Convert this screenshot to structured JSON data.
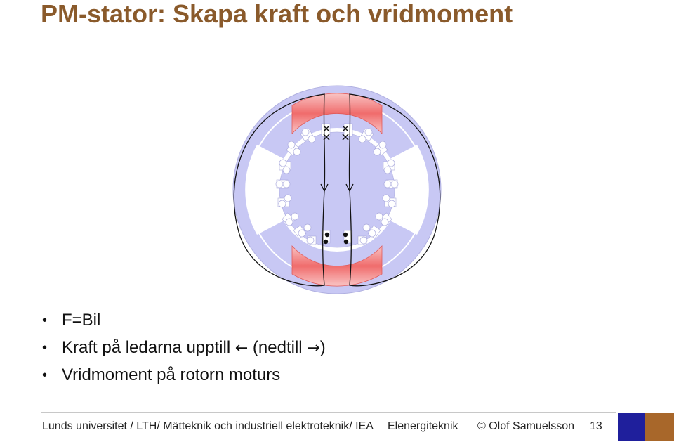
{
  "slide": {
    "title": "PM-stator: Skapa kraft och vridmoment"
  },
  "bullets": [
    {
      "text": "F=Bil"
    },
    {
      "text_before": "Kraft på ledarna upptill ",
      "arrow_left": "←",
      "text_middle": " (nedtill ",
      "arrow_right": "→",
      "text_after": ")"
    },
    {
      "text": "Vridmoment på rotorn moturs"
    }
  ],
  "footer": {
    "organization": "Lunds universitet / LTH/ Mätteknik och industriell elektroteknik/ IEA",
    "course": "Elenergiteknik",
    "author": "© Olof Samuelsson",
    "page_number": "13"
  },
  "colors": {
    "title": "#8a5a2b",
    "stator": "#c8c8f4",
    "magnet": "#f07070",
    "accent_blue": "#1f1f9c",
    "accent_brown": "#a8672a"
  }
}
